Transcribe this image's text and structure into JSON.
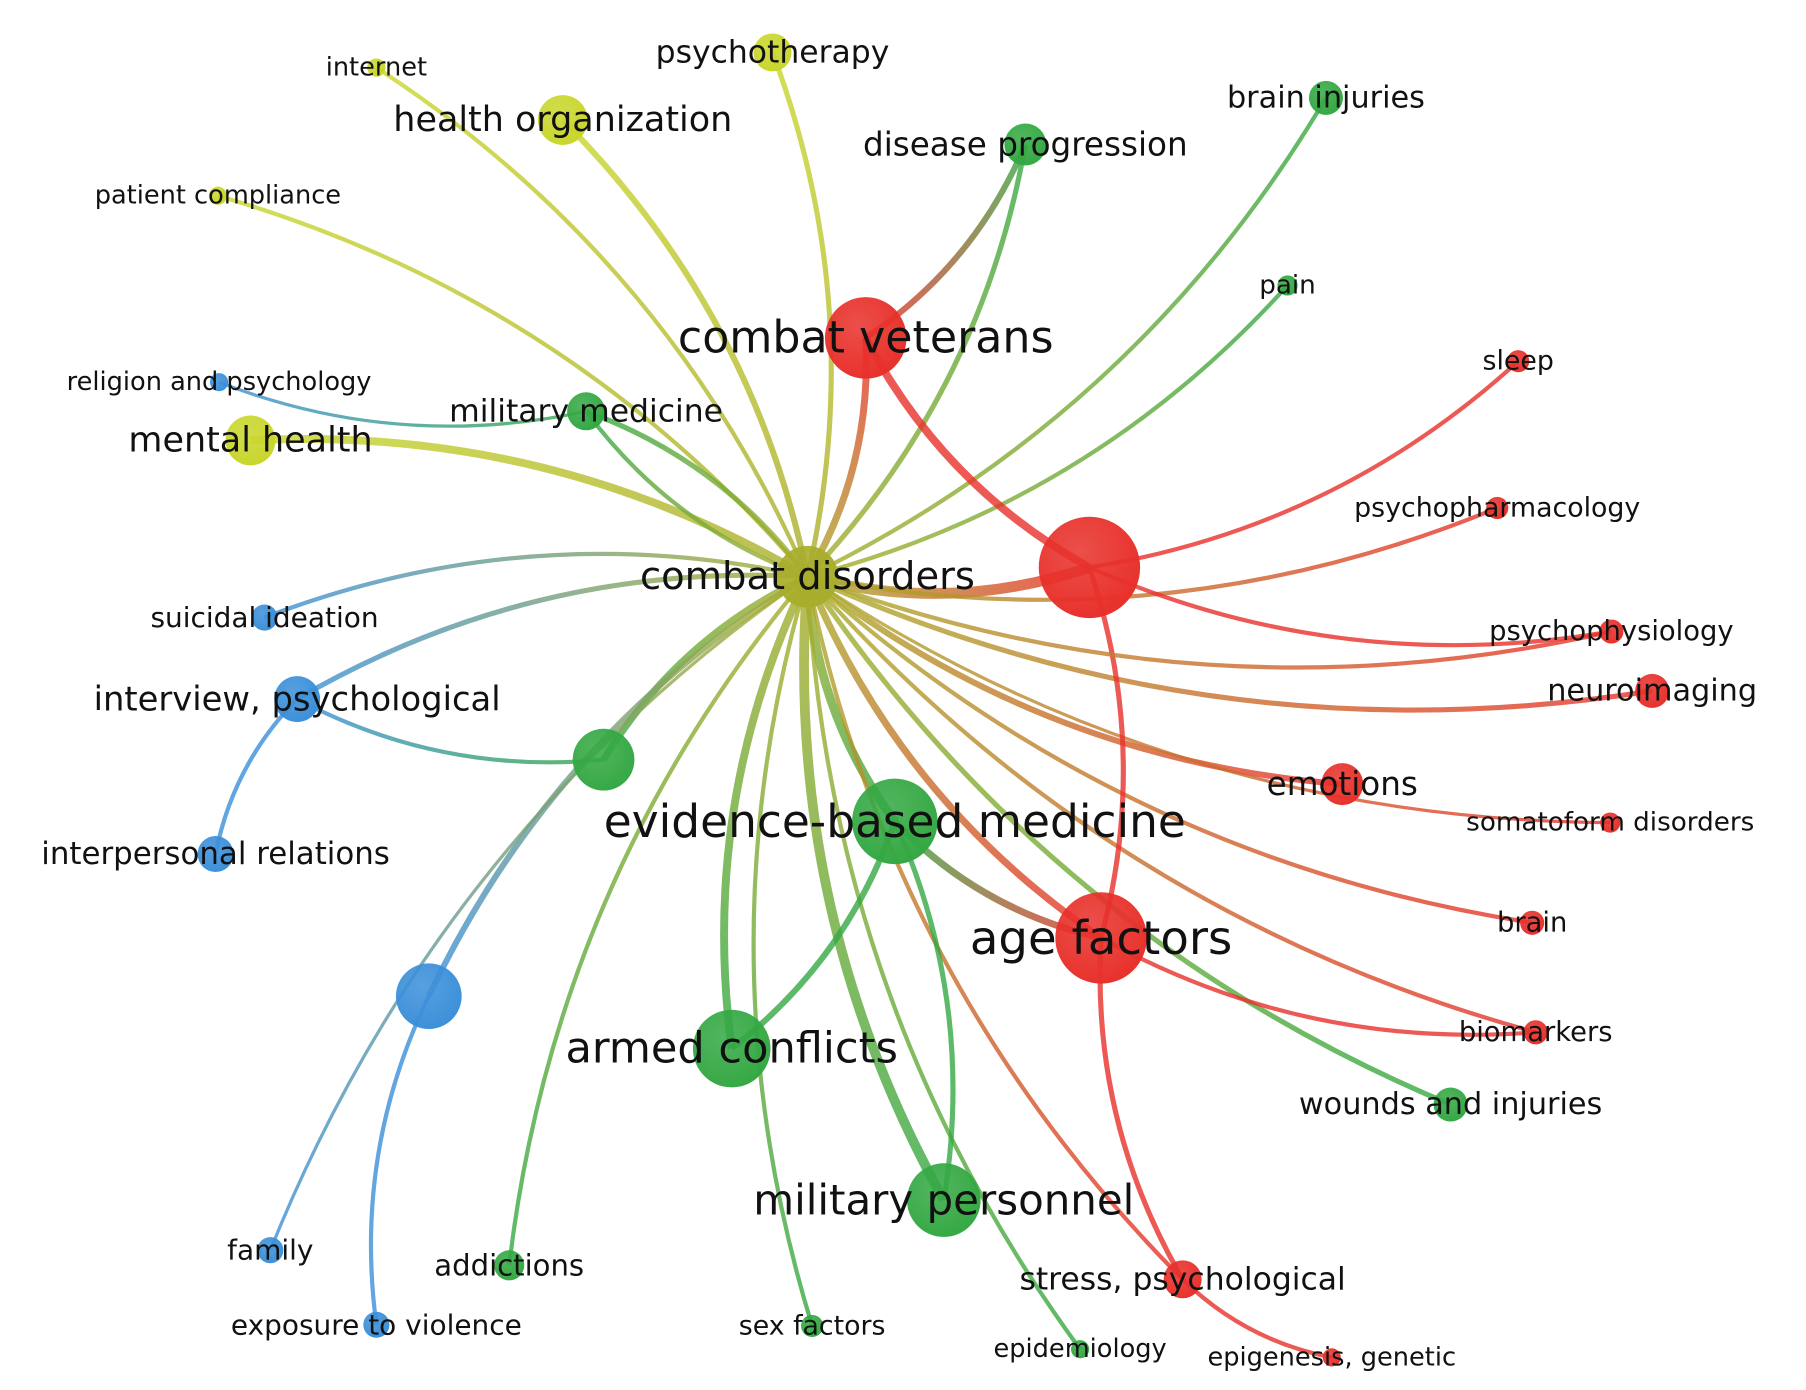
{
  "clusters": {
    "red": "#e8302a",
    "green": "#34a843",
    "blue": "#3b8fd9",
    "yellow": "#c9d62c",
    "olive": "#a9ad2c"
  },
  "nodes": [
    {
      "id": "cd",
      "label": "combat disorders",
      "cluster": "olive",
      "weight": 30
    },
    {
      "id": "cv",
      "label": "combat veterans",
      "cluster": "red",
      "weight": 40
    },
    {
      "id": "r0",
      "label": "",
      "cluster": "red",
      "weight": 50
    },
    {
      "id": "af",
      "label": "age factors",
      "cluster": "red",
      "weight": 45
    },
    {
      "id": "ebm",
      "label": "evidence-based medicine",
      "cluster": "green",
      "weight": 42
    },
    {
      "id": "ac",
      "label": "armed conflicts",
      "cluster": "green",
      "weight": 38
    },
    {
      "id": "mp",
      "label": "military personnel",
      "cluster": "green",
      "weight": 36
    },
    {
      "id": "g0",
      "label": "",
      "cluster": "green",
      "weight": 30
    },
    {
      "id": "b0",
      "label": "",
      "cluster": "blue",
      "weight": 32
    },
    {
      "id": "ip",
      "label": "interview, psychological",
      "cluster": "blue",
      "weight": 22
    },
    {
      "id": "ir",
      "label": "interpersonal relations",
      "cluster": "blue",
      "weight": 17
    },
    {
      "id": "si",
      "label": "suicidal ideation",
      "cluster": "blue",
      "weight": 12
    },
    {
      "id": "rp",
      "label": "religion and psychology",
      "cluster": "blue",
      "weight": 8
    },
    {
      "id": "fa",
      "label": "family",
      "cluster": "blue",
      "weight": 12
    },
    {
      "id": "ev",
      "label": "exposure to violence",
      "cluster": "blue",
      "weight": 12
    },
    {
      "id": "mh",
      "label": "mental health",
      "cluster": "yellow",
      "weight": 24
    },
    {
      "id": "ho",
      "label": "health organization",
      "cluster": "yellow",
      "weight": 24
    },
    {
      "id": "in",
      "label": "internet",
      "cluster": "yellow",
      "weight": 8
    },
    {
      "id": "pt",
      "label": "psychotherapy",
      "cluster": "yellow",
      "weight": 18
    },
    {
      "id": "pc",
      "label": "patient compliance",
      "cluster": "yellow",
      "weight": 8
    },
    {
      "id": "mm",
      "label": "military medicine",
      "cluster": "green",
      "weight": 18
    },
    {
      "id": "dp",
      "label": "disease progression",
      "cluster": "green",
      "weight": 20
    },
    {
      "id": "bi",
      "label": "brain injuries",
      "cluster": "green",
      "weight": 16
    },
    {
      "id": "pa",
      "label": "pain",
      "cluster": "green",
      "weight": 9
    },
    {
      "id": "ad",
      "label": "addictions",
      "cluster": "green",
      "weight": 14
    },
    {
      "id": "sf",
      "label": "sex factors",
      "cluster": "green",
      "weight": 10
    },
    {
      "id": "ep",
      "label": "epidemiology",
      "cluster": "green",
      "weight": 8
    },
    {
      "id": "wi",
      "label": "wounds and injuries",
      "cluster": "green",
      "weight": 16
    },
    {
      "id": "sl",
      "label": "sleep",
      "cluster": "red",
      "weight": 10
    },
    {
      "id": "pp",
      "label": "psychopharmacology",
      "cluster": "red",
      "weight": 10
    },
    {
      "id": "ps",
      "label": "psychophysiology",
      "cluster": "red",
      "weight": 11
    },
    {
      "id": "ni",
      "label": "neuroimaging",
      "cluster": "red",
      "weight": 16
    },
    {
      "id": "em",
      "label": "emotions",
      "cluster": "red",
      "weight": 20
    },
    {
      "id": "so",
      "label": "somatoform disorders",
      "cluster": "red",
      "weight": 9
    },
    {
      "id": "br",
      "label": "brain",
      "cluster": "red",
      "weight": 11
    },
    {
      "id": "bm",
      "label": "biomarkers",
      "cluster": "red",
      "weight": 11
    },
    {
      "id": "sp",
      "label": "stress, psychological",
      "cluster": "red",
      "weight": 18
    },
    {
      "id": "eg",
      "label": "epigenesis, genetic",
      "cluster": "red",
      "weight": 8
    }
  ],
  "edges": [
    [
      "cd",
      "cv",
      6
    ],
    [
      "cd",
      "r0",
      10
    ],
    [
      "cd",
      "af",
      6
    ],
    [
      "cd",
      "ebm",
      8
    ],
    [
      "cd",
      "ac",
      7
    ],
    [
      "cd",
      "mp",
      9
    ],
    [
      "cd",
      "g0",
      6
    ],
    [
      "cd",
      "b0",
      5
    ],
    [
      "cd",
      "ip",
      4
    ],
    [
      "cd",
      "si",
      3
    ],
    [
      "cd",
      "mh",
      7
    ],
    [
      "cd",
      "ho",
      5
    ],
    [
      "cd",
      "in",
      3
    ],
    [
      "cd",
      "pt",
      4
    ],
    [
      "cd",
      "pc",
      3
    ],
    [
      "cd",
      "mm",
      4
    ],
    [
      "cd",
      "dp",
      4
    ],
    [
      "cd",
      "bi",
      3
    ],
    [
      "cd",
      "pa",
      3
    ],
    [
      "cd",
      "ad",
      3
    ],
    [
      "cd",
      "sf",
      3
    ],
    [
      "cd",
      "ep",
      3
    ],
    [
      "cd",
      "wi",
      4
    ],
    [
      "cd",
      "pp",
      3
    ],
    [
      "cd",
      "ni",
      4
    ],
    [
      "cd",
      "em",
      5
    ],
    [
      "cd",
      "br",
      3
    ],
    [
      "cd",
      "bm",
      3
    ],
    [
      "cd",
      "sp",
      3
    ],
    [
      "cd",
      "fa",
      2
    ],
    [
      "cd",
      "so",
      2
    ],
    [
      "cv",
      "r0",
      7
    ],
    [
      "cv",
      "dp",
      5
    ],
    [
      "r0",
      "sl",
      3
    ],
    [
      "r0",
      "ps",
      3
    ],
    [
      "af",
      "r0",
      4
    ],
    [
      "af",
      "sp",
      4
    ],
    [
      "af",
      "bm",
      3
    ],
    [
      "sp",
      "eg",
      3
    ],
    [
      "ip",
      "ir",
      3
    ],
    [
      "ip",
      "g0",
      3
    ],
    [
      "b0",
      "ev",
      3
    ],
    [
      "rp",
      "mm",
      2
    ],
    [
      "mp",
      "ebm",
      4
    ],
    [
      "ac",
      "ebm",
      5
    ],
    [
      "ebm",
      "af",
      6
    ],
    [
      "mm",
      "cd",
      3
    ],
    [
      "cd",
      "ps",
      3
    ]
  ]
}
